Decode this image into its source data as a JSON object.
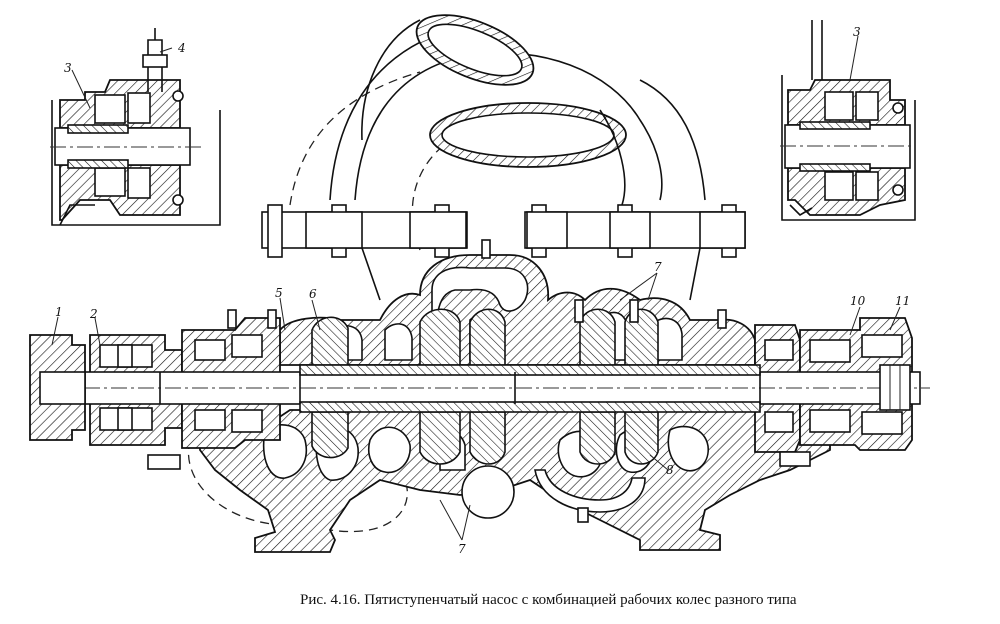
{
  "figure": {
    "caption": "Рис. 4.16. Пятиступенчатый насос с комбинацией рабочих колес разного типа",
    "callouts": {
      "c1": "1",
      "c2": "2",
      "c3_left": "3",
      "c3_right": "3",
      "c4": "4",
      "c5": "5",
      "c6": "6",
      "c7_top": "7",
      "c7_bottom": "7",
      "c8": "8",
      "c10": "10",
      "c11": "11"
    }
  }
}
